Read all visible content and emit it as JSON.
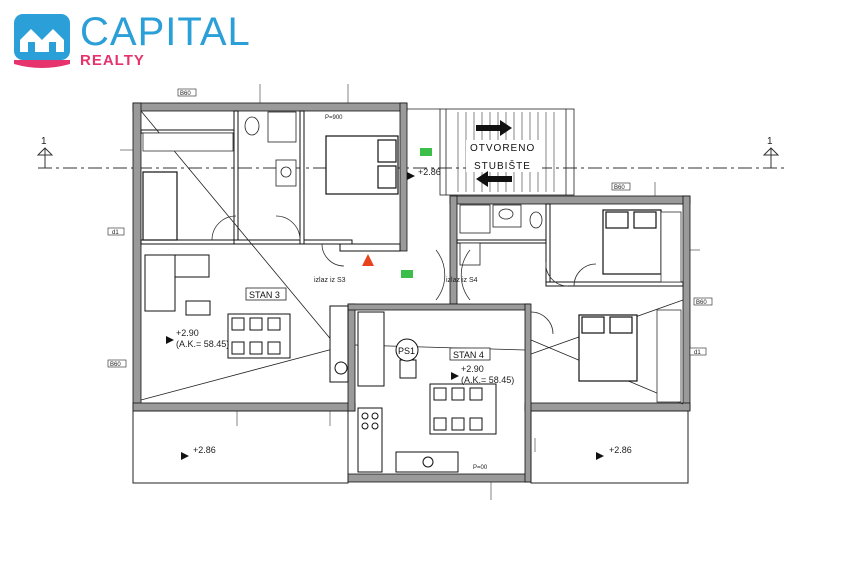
{
  "brand": {
    "name": "CAPITAL",
    "sub": "REALTY",
    "primary": "#2a9fd8",
    "accent": "#e6336e"
  },
  "plan": {
    "section_marker": "1",
    "stair_label_1": "OTVORENO",
    "stair_label_2": "STUBIŠTE",
    "apartments": [
      {
        "name": "STAN 3",
        "level": "+2.90",
        "area": "(A.K.= 58.45)"
      },
      {
        "name": "STAN 4",
        "level": "+2.90",
        "area": "(A.K.= 58.45)"
      }
    ],
    "stair_level": "+2.86",
    "balcony_left_level": "+2.86",
    "balcony_right_level": "+2.86",
    "ps_label": "PS1",
    "exit_left": "izlaz iz S3",
    "exit_right": "izlaz iz S4",
    "door_p900_a": "P=900",
    "door_p900_b": "P=00",
    "window_b60": "B60",
    "window_d1": "d1"
  }
}
